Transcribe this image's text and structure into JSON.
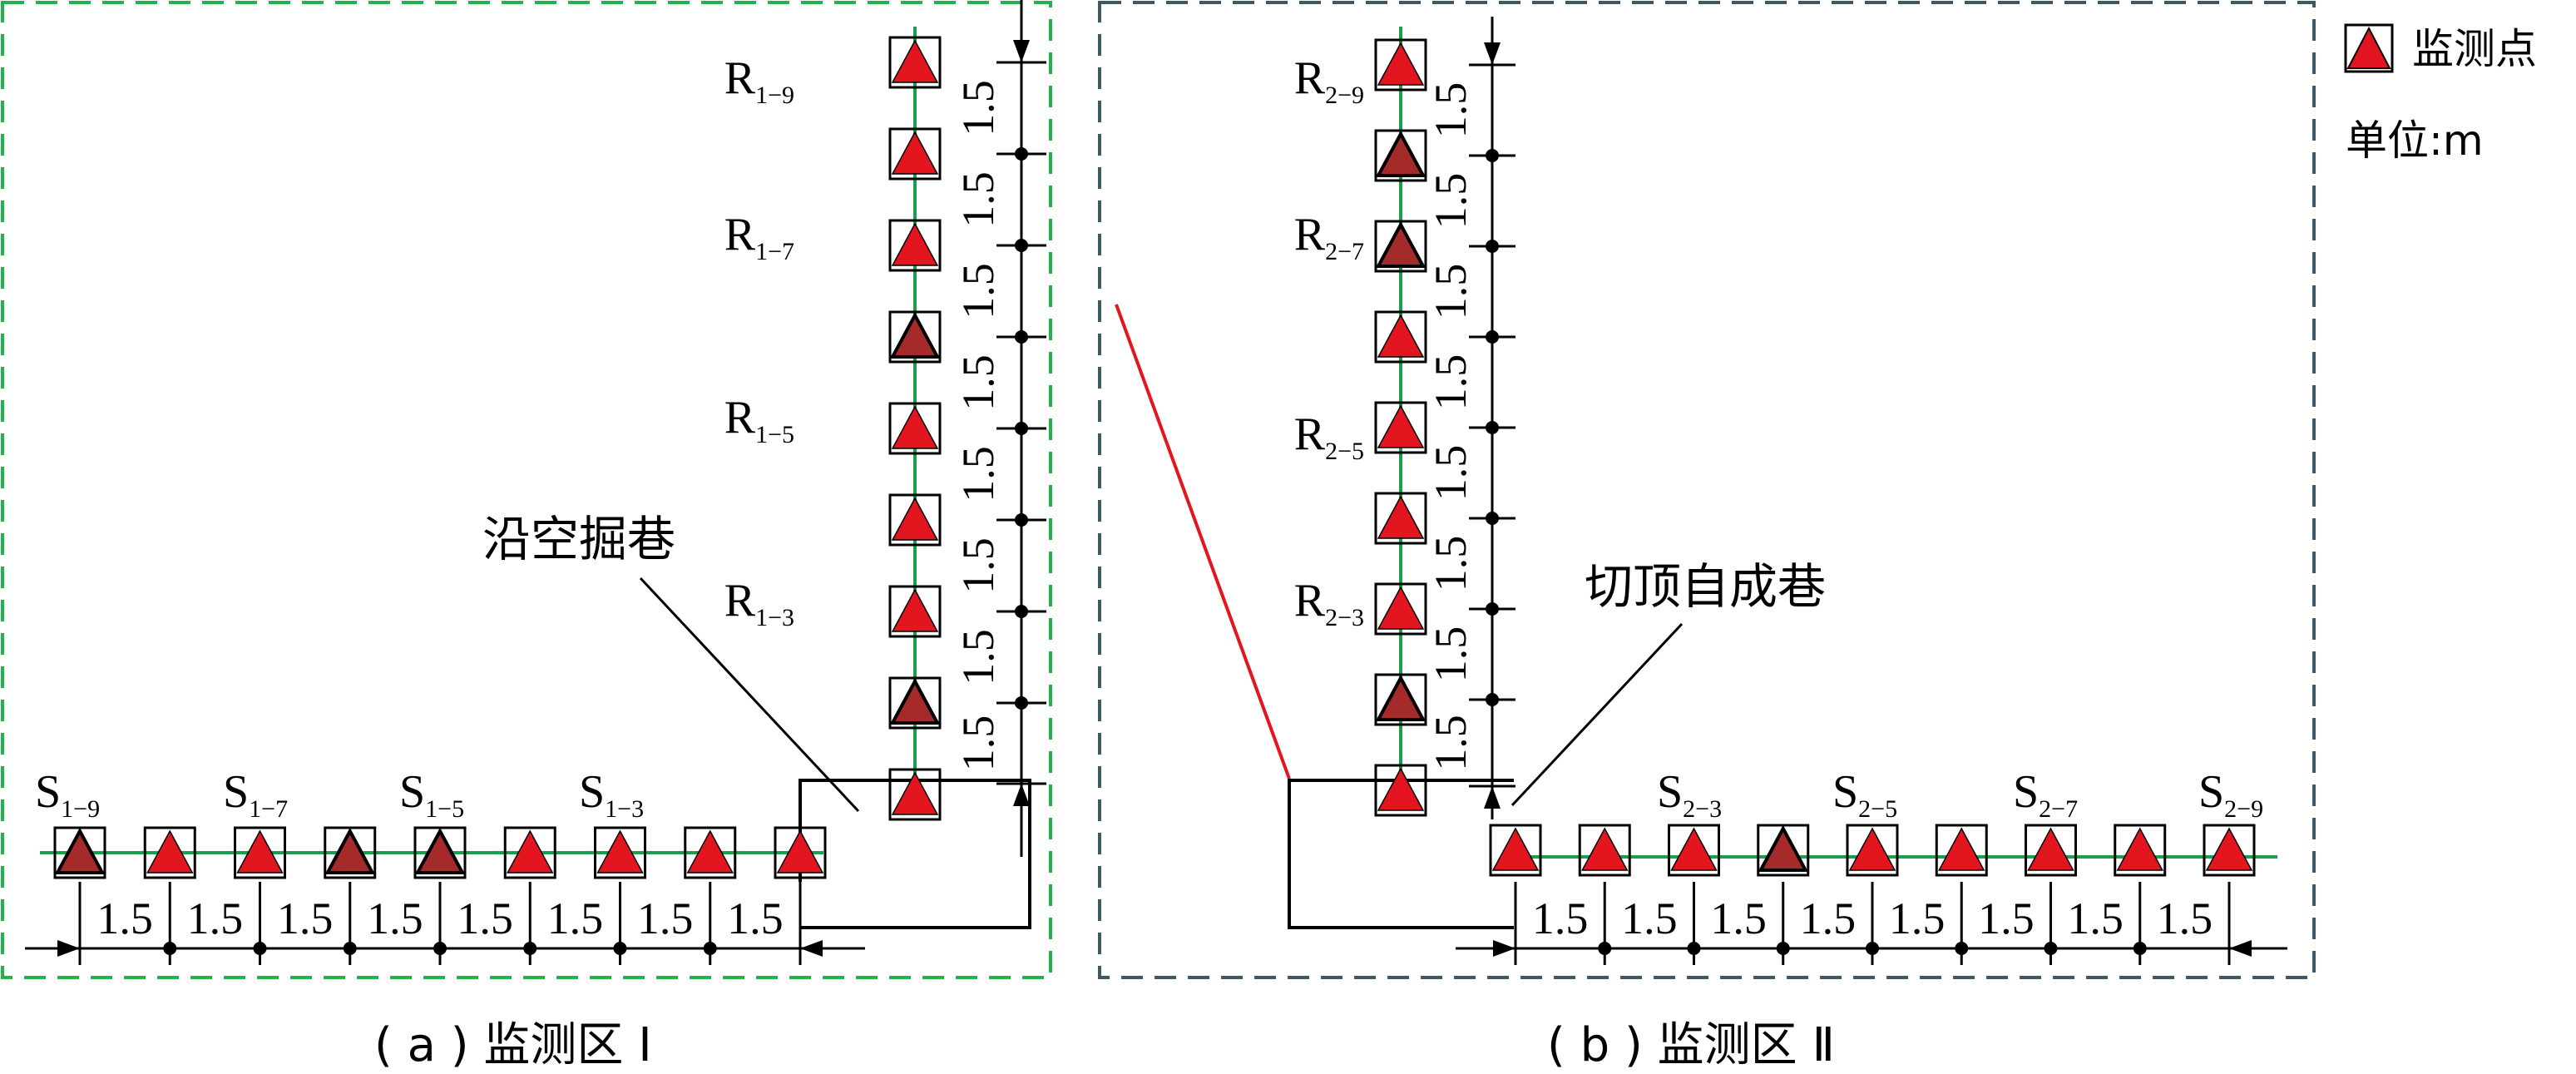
{
  "legend": {
    "marker_label": "监测点",
    "unit_label": "单位:m"
  },
  "colors": {
    "zone_a_border": "#22b14c",
    "zone_b_border": "#3f5866",
    "marker_fill": "#e3151f",
    "marker_fill_dark": "#a52a2a",
    "survey_line": "#1aa04a",
    "connector": "#e3151f",
    "ink": "#000000"
  },
  "panels": [
    {
      "caption": "( a ) 监测区 Ⅰ",
      "roadway_label": "沿空掘巷",
      "spacing_label": "1.5",
      "roof_labels": [
        {
          "main": "R",
          "sub": "1−9"
        },
        {
          "main": "R",
          "sub": "1−7"
        },
        {
          "main": "R",
          "sub": "1−5"
        },
        {
          "main": "R",
          "sub": "1−3"
        }
      ],
      "side_labels": [
        {
          "main": "S",
          "sub": "1−9"
        },
        {
          "main": "S",
          "sub": "1−7"
        },
        {
          "main": "S",
          "sub": "1−5"
        },
        {
          "main": "S",
          "sub": "1−3"
        }
      ]
    },
    {
      "caption": "( b ) 监测区 Ⅱ",
      "roadway_label": "切顶自成巷",
      "spacing_label": "1.5",
      "roof_labels": [
        {
          "main": "R",
          "sub": "2−9"
        },
        {
          "main": "R",
          "sub": "2−7"
        },
        {
          "main": "R",
          "sub": "2−5"
        },
        {
          "main": "R",
          "sub": "2−3"
        }
      ],
      "side_labels": [
        {
          "main": "S",
          "sub": "2−3"
        },
        {
          "main": "S",
          "sub": "2−5"
        },
        {
          "main": "S",
          "sub": "2−7"
        },
        {
          "main": "S",
          "sub": "2−9"
        }
      ]
    }
  ]
}
